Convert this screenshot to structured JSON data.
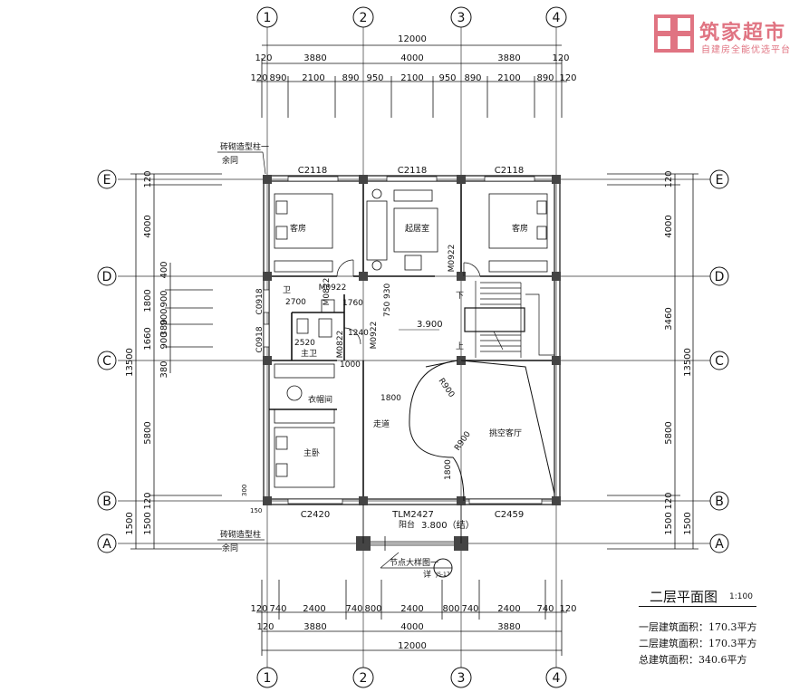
{
  "brand": {
    "name": "筑家超市",
    "slogan": "自建房全能优选平台",
    "color": "#e07482"
  },
  "title": {
    "main": "二层平面图",
    "scale": "1:100"
  },
  "areas": [
    "一层建筑面积：170.3平方",
    "二层建筑面积：170.3平方",
    "总建筑面积：340.6平方"
  ],
  "axes": {
    "cols": [
      "1",
      "2",
      "3",
      "4"
    ],
    "rows": [
      "E",
      "D",
      "C",
      "B",
      "A"
    ]
  },
  "dims": {
    "total": "12000",
    "spans": [
      "3880",
      "4000",
      "3880"
    ],
    "edge": "120",
    "top_detail": [
      "890",
      "2100",
      "890",
      "950",
      "2100",
      "950",
      "890",
      "2100",
      "890"
    ],
    "bottom_detail": [
      "740",
      "2400",
      "740",
      "800",
      "2400",
      "800",
      "740",
      "2400",
      "740"
    ],
    "left_total": "13500",
    "left_spans": [
      "4000",
      "1800",
      "1660",
      "5800",
      "1500"
    ],
    "left_detail": [
      "400",
      "900",
      "900",
      "380",
      "900",
      "380"
    ],
    "right_spans": [
      "4000",
      "3460",
      "5800",
      "1500"
    ],
    "right_total": "13500",
    "edge150": "150"
  },
  "windows": {
    "w1": "C2118",
    "w2": "C2118",
    "w3": "C2118",
    "w4": "C2420",
    "w5": "C2459",
    "door": "TLM2427",
    "c0918a": "C0918",
    "c0918b": "C0918"
  },
  "doors": {
    "m1": "M0922",
    "m2": "M0922",
    "m3": "M0922",
    "m4": "M0822",
    "m5": "M0822"
  },
  "rooms": {
    "guest1": "客房",
    "living": "起居室",
    "guest2": "客房",
    "cloak": "衣帽间",
    "master": "主卧",
    "corridor": "走道",
    "void": "挑空客厅",
    "balcony": "阳台",
    "bath1": "卫",
    "bath2": "主卫"
  },
  "labels": {
    "elev": "3.900",
    "balcony_elev": "3.800（结）",
    "note_top1": "砖砌造型柱一",
    "note_top2": "余同",
    "note_bot1": "砖砌造型柱",
    "note_bot2": "余同",
    "detail1": "节点大样图一",
    "detail_ref": "详",
    "detail_sheet": "JS-17",
    "up": "上",
    "down": "下",
    "r900a": "R900",
    "r900b": "R900",
    "d1800a": "1800",
    "d1800b": "1800",
    "d1000": "1000",
    "d2700": "2700",
    "d1760": "1760",
    "d2520": "2520",
    "d1240": "1240",
    "d930": "930",
    "d750": "750",
    "d300": "300"
  }
}
